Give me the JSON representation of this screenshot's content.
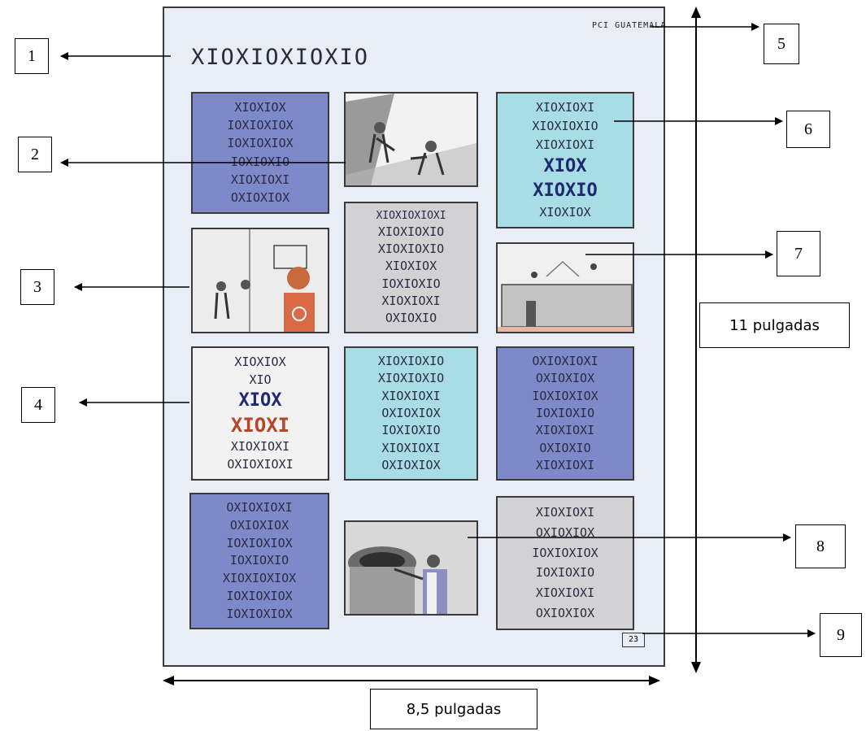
{
  "page_header": {
    "title": "XIOXIOXIOXIO",
    "logo": "PCI GUATEMALA"
  },
  "page_number": "23",
  "dimensions": {
    "height_label": "11 pulgadas",
    "width_label": "8,5 pulgadas"
  },
  "callouts": [
    "1",
    "2",
    "3",
    "4",
    "5",
    "6",
    "7",
    "8",
    "9"
  ],
  "text_panels": {
    "p1": [
      "XIOXIOX",
      "IOXIOXIOX",
      "IOXIOXIOX",
      "IOXIOXIO",
      "XIOXIOXI",
      "OXIOXIOX"
    ],
    "p6": [
      "XIOXIOXI",
      "XIOXIOXIO",
      "XIOXIOXI",
      "XIOX",
      "XIOXIO",
      "XIOXIOX"
    ],
    "p_center": [
      "XIOXIOXIOXI",
      "XIOXIOXIO",
      "XIOXIOXIO",
      "XIOXIOX",
      "IOXIOXIO",
      "XIOXIOXI",
      "OXIOXIO"
    ],
    "p4": [
      "XIOXIOX",
      "XIO",
      "XIOX",
      "XIOXI",
      "XIOXIOXI",
      "OXIOXIOXI"
    ],
    "p_mid": [
      "XIOXIOXIO",
      "XIOXIOXIO",
      "XIOXIOXI",
      "OXIOXIOX",
      "IOXIOXIO",
      "XIOXIOXI",
      "OXIOXIOX"
    ],
    "p_right3": [
      "OXIOXIOXI",
      "OXIOXIOX",
      "IOXIOXIOX",
      "IOXIOXIO",
      "XIOXIOXI",
      "OXIOXIO",
      "XIOXIOXI"
    ],
    "p_bl": [
      "OXIOXIOXI",
      "OXIOXIOX",
      "IOXIOXIOX",
      "IOXIOXIO",
      "XIOXIOXIOX",
      "IOXIOXIOX",
      "IOXIOXIOX"
    ],
    "p_br": [
      "XIOXIOXI",
      "OXIOXIOX",
      "IOXIOXIOX",
      "IOXIOXIO",
      "XIOXIOXI",
      "OXIOXIOX"
    ]
  }
}
